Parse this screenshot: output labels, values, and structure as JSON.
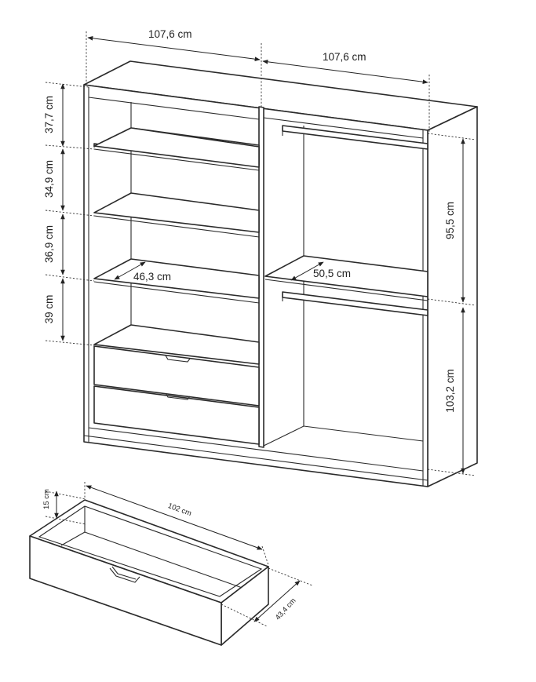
{
  "dimensions": {
    "width_left": "107,6 cm",
    "width_right": "107,6 cm",
    "shelf_1": "37,7 cm",
    "shelf_2": "34,9 cm",
    "shelf_3": "36,9 cm",
    "shelf_4": "39 cm",
    "depth_left": "46,3 cm",
    "depth_right": "50,5 cm",
    "height_upper": "95,5 cm",
    "height_lower": "103,2 cm"
  },
  "drawer": {
    "height": "15 cm",
    "width": "102 cm",
    "depth": "43,4 cm"
  }
}
